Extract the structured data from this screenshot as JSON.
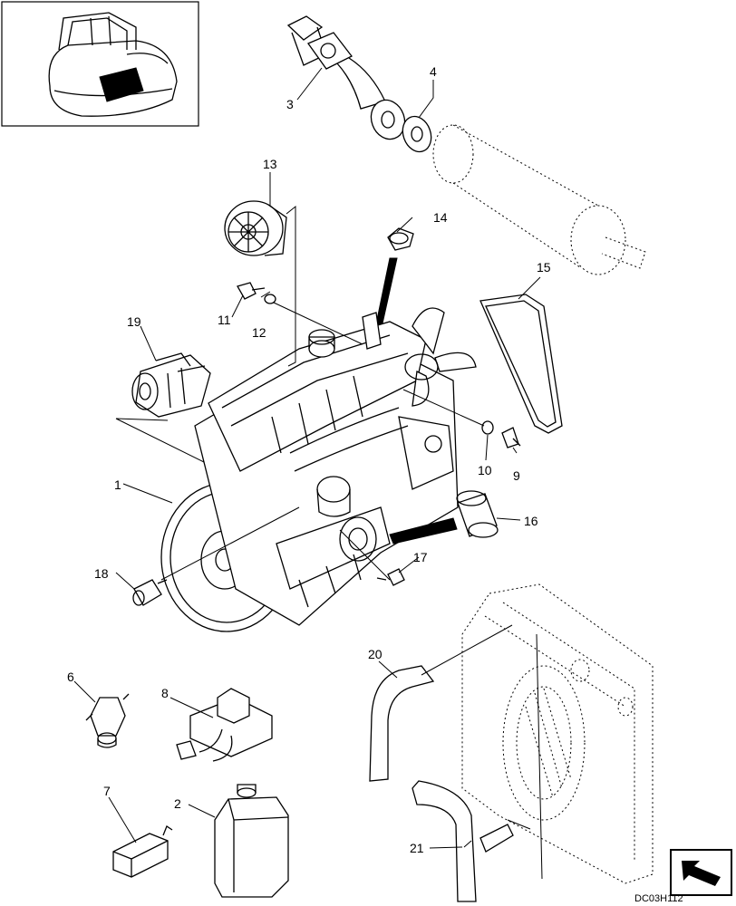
{
  "drawing_code": "DC03H112",
  "callouts": [
    {
      "id": "c1",
      "label": "1"
    },
    {
      "id": "c2",
      "label": "2"
    },
    {
      "id": "c3",
      "label": "3"
    },
    {
      "id": "c4",
      "label": "4"
    },
    {
      "id": "c6",
      "label": "6"
    },
    {
      "id": "c7",
      "label": "7"
    },
    {
      "id": "c8",
      "label": "8"
    },
    {
      "id": "c9",
      "label": "9"
    },
    {
      "id": "c10",
      "label": "10"
    },
    {
      "id": "c11",
      "label": "11"
    },
    {
      "id": "c12",
      "label": "12"
    },
    {
      "id": "c13",
      "label": "13"
    },
    {
      "id": "c14",
      "label": "14"
    },
    {
      "id": "c15",
      "label": "15"
    },
    {
      "id": "c16",
      "label": "16"
    },
    {
      "id": "c17",
      "label": "17"
    },
    {
      "id": "c18",
      "label": "18"
    },
    {
      "id": "c19",
      "label": "19"
    },
    {
      "id": "c20",
      "label": "20"
    },
    {
      "id": "c21",
      "label": "21"
    }
  ],
  "icons": {
    "locator": "machine-locator-icon",
    "navigation": "next-page-arrow-icon"
  }
}
